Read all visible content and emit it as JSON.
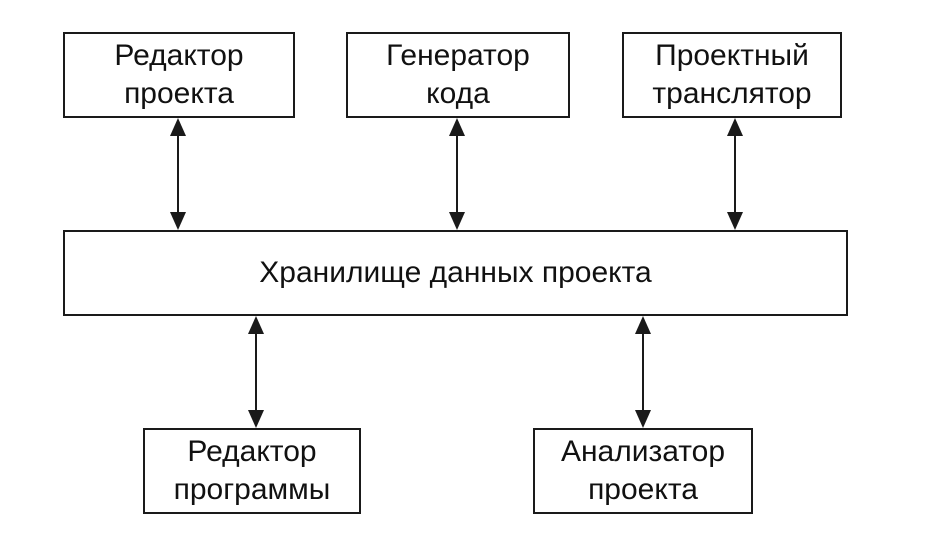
{
  "diagram": {
    "boxes": {
      "project_editor": {
        "line1": "Редактор",
        "line2": "проекта"
      },
      "code_generator": {
        "line1": "Генератор",
        "line2": "кода"
      },
      "project_translator": {
        "line1": "Проектный",
        "line2": "транслятор"
      },
      "repository": {
        "label": "Хранилище данных проекта"
      },
      "program_editor": {
        "line1": "Редактор",
        "line2": "программы"
      },
      "project_analyzer": {
        "line1": "Анализатор",
        "line2": "проекта"
      }
    },
    "connections": [
      {
        "from": "project_editor",
        "to": "repository",
        "direction": "bidirectional"
      },
      {
        "from": "code_generator",
        "to": "repository",
        "direction": "bidirectional"
      },
      {
        "from": "project_translator",
        "to": "repository",
        "direction": "bidirectional"
      },
      {
        "from": "repository",
        "to": "program_editor",
        "direction": "bidirectional"
      },
      {
        "from": "repository",
        "to": "project_analyzer",
        "direction": "bidirectional"
      }
    ],
    "colors": {
      "stroke": "#1a1a1a",
      "background": "#ffffff"
    }
  }
}
